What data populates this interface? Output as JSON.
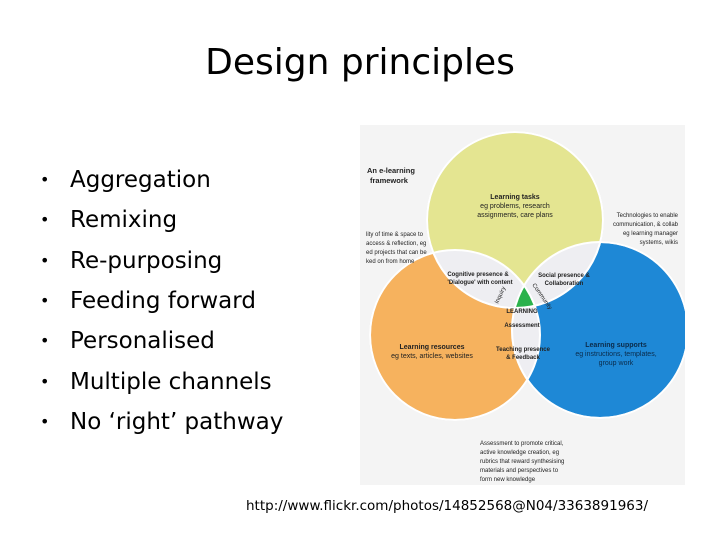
{
  "slide": {
    "title": "Design principles",
    "bullets": [
      "Aggregation",
      "Remixing",
      "Re-purposing",
      "Feeding forward",
      "Personalised",
      "Multiple channels",
      "No ‘right’ pathway"
    ],
    "bullet_symbol": "•",
    "source_url": "http://www.flickr.com/photos/14852568@N04/3363891963/"
  },
  "diagram": {
    "framework_label": [
      "An e-learning",
      "framework"
    ],
    "top_circle": {
      "title": "Learning tasks",
      "lines": [
        "eg problems, research",
        "assignments, care plans"
      ],
      "color": "#e4e591"
    },
    "left_circle": {
      "title": "Learning resources",
      "lines": [
        "eg texts, articles, websites"
      ],
      "color": "#f6b25e"
    },
    "right_circle": {
      "title": "Learning supports",
      "lines": [
        "eg instructions, templates,",
        "group work"
      ],
      "color": "#1e88d6"
    },
    "overlap_top_left": [
      "Cognitive presence &",
      "'Dialogue' with content"
    ],
    "overlap_top_right": [
      "Social presence &",
      "Collaboration"
    ],
    "overlap_bottom": [
      "Teaching presence",
      "& Feedback"
    ],
    "center": {
      "label": "LEARNING",
      "color": "#2bb24c"
    },
    "center_arc_left": "Inquiry",
    "center_arc_right": "Community",
    "center_bottom": "Assessment",
    "left_note": [
      "lity of time & space to",
      "access & reflection, eg",
      "ed projects that can be",
      "ked on from home"
    ],
    "right_note": [
      "Technologies to enable",
      "communication, & collab",
      "eg learning manager",
      "systems, wikis"
    ],
    "bottom_note": [
      "Assessment to promote critical,",
      "active knowledge creation, eg",
      "rubrics that reward synthesising",
      "materials and perspectives to",
      "form new knowledge"
    ]
  }
}
